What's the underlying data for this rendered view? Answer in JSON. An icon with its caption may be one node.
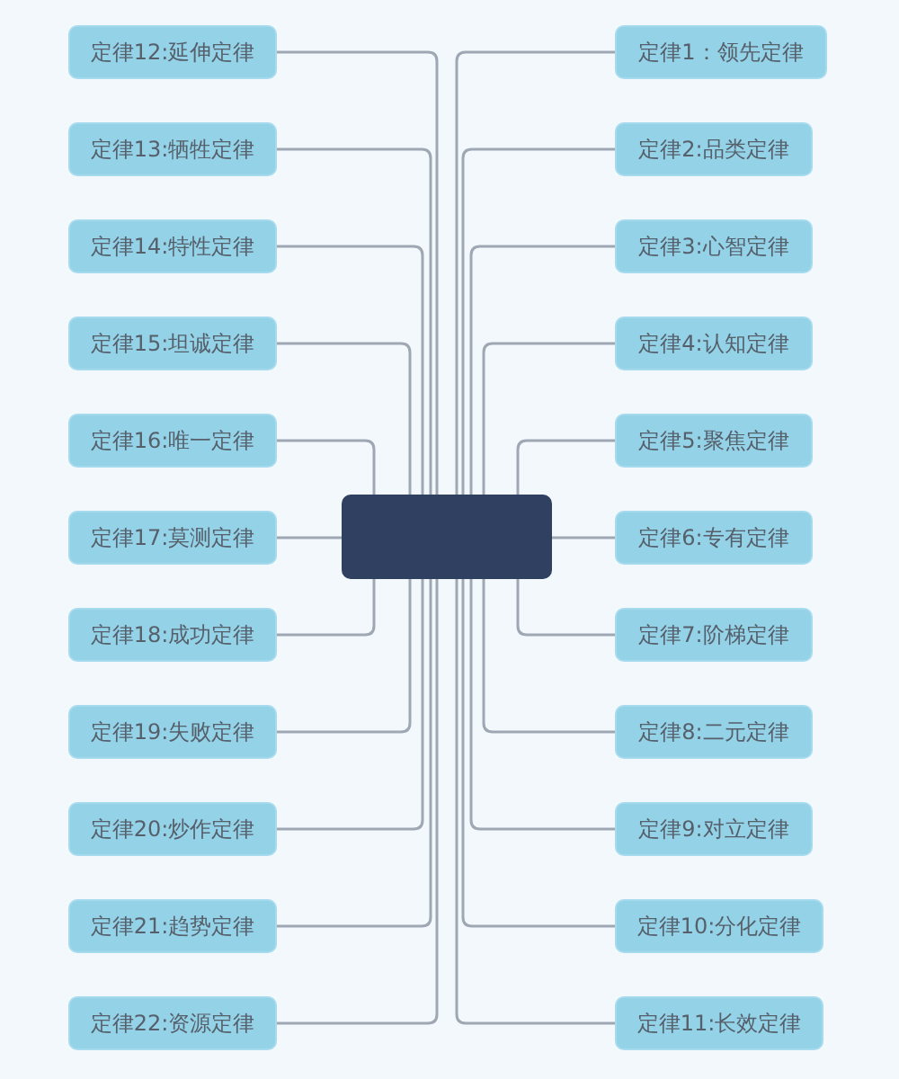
{
  "diagram": {
    "nodes": [
      {
        "text": [],
        "shape": "box"
      },
      {
        "text": [
          "定律1：领先定律"
        ]
      },
      {
        "text": [
          "定律2:品类定律"
        ]
      },
      {
        "text": [
          "定律3:心智定律"
        ]
      },
      {
        "text": [
          "定律4:认知定律"
        ]
      },
      {
        "text": [
          "定律5:聚焦定律"
        ]
      },
      {
        "text": [
          "定律6:专有定律"
        ]
      },
      {
        "text": [
          "定律7:阶梯定律"
        ]
      },
      {
        "text": [
          "定律8:二元定律"
        ]
      },
      {
        "text": [
          "定律9:对立定律"
        ]
      },
      {
        "text": [
          "定律10:分化定律"
        ]
      },
      {
        "text": [
          "定律11:长效定律"
        ]
      },
      {
        "text": [
          "定律12:延伸定律"
        ]
      },
      {
        "text": [
          "定律13:牺牲定律"
        ]
      },
      {
        "text": [
          "定律14:特性定律"
        ]
      },
      {
        "text": [
          "定律15:坦诚定律"
        ]
      },
      {
        "text": [
          "定律16:唯一定律"
        ]
      },
      {
        "text": [
          "定律17:莫测定律"
        ]
      },
      {
        "text": [
          "定律18:成功定律"
        ]
      },
      {
        "text": [
          "定律19:失败定律"
        ]
      },
      {
        "text": [
          "定律20:炒作定律"
        ]
      },
      {
        "text": [
          "定律21:趋势定律"
        ]
      },
      {
        "text": [
          "定律22:资源定律"
        ]
      }
    ],
    "edges": [
      {
        "from": 0,
        "to": 1,
        "arrow": "none"
      },
      {
        "from": 0,
        "to": 2,
        "arrow": "none"
      },
      {
        "from": 0,
        "to": 3,
        "arrow": "none"
      },
      {
        "from": 0,
        "to": 4,
        "arrow": "none"
      },
      {
        "from": 0,
        "to": 5,
        "arrow": "none"
      },
      {
        "from": 0,
        "to": 6,
        "arrow": "none"
      },
      {
        "from": 0,
        "to": 7,
        "arrow": "none"
      },
      {
        "from": 0,
        "to": 8,
        "arrow": "none"
      },
      {
        "from": 0,
        "to": 9,
        "arrow": "none"
      },
      {
        "from": 0,
        "to": 10,
        "arrow": "none"
      },
      {
        "from": 0,
        "to": 11,
        "arrow": "none"
      },
      {
        "from": 0,
        "to": 12,
        "arrow": "none"
      },
      {
        "from": 0,
        "to": 13,
        "arrow": "none"
      },
      {
        "from": 0,
        "to": 14,
        "arrow": "none"
      },
      {
        "from": 0,
        "to": 15,
        "arrow": "none"
      },
      {
        "from": 0,
        "to": 16,
        "arrow": "none"
      },
      {
        "from": 0,
        "to": 17,
        "arrow": "none"
      },
      {
        "from": 0,
        "to": 18,
        "arrow": "none"
      },
      {
        "from": 0,
        "to": 19,
        "arrow": "none"
      },
      {
        "from": 0,
        "to": 20,
        "arrow": "none"
      },
      {
        "from": 0,
        "to": 21,
        "arrow": "none"
      },
      {
        "from": 0,
        "to": 22,
        "arrow": "none"
      }
    ]
  }
}
